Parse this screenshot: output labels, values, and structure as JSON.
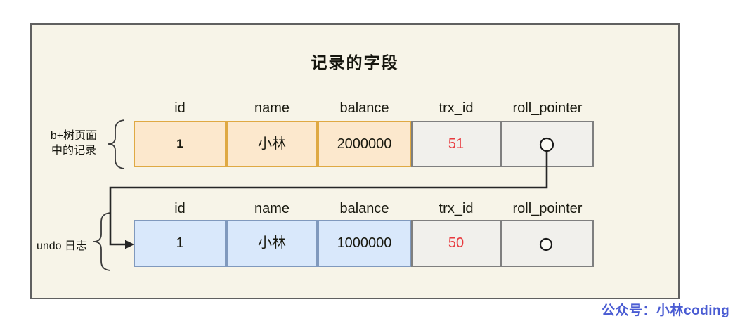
{
  "title": "记录的字段",
  "columns": [
    "id",
    "name",
    "balance",
    "trx_id",
    "roll_pointer"
  ],
  "rows": [
    {
      "group_label_line1": "b+树页面",
      "group_label_line2": "中的记录",
      "id": "1",
      "name": "小林",
      "balance": "2000000",
      "trx_id": "51",
      "roll_pointer_icon": "circle-with-pointer-line"
    },
    {
      "group_label": "undo 日志",
      "id": "1",
      "name": "小林",
      "balance": "1000000",
      "trx_id": "50",
      "roll_pointer_icon": "circle"
    }
  ],
  "watermark": "公众号：小林coding",
  "colors": {
    "frame_bg": "#f7f4e8",
    "frame_border": "#606060",
    "btree_cell_bg": "#fce8cd",
    "btree_cell_border": "#dfa943",
    "undo_cell_bg": "#d9e8fb",
    "undo_cell_border": "#8099bd",
    "meta_cell_bg": "#f1f0ec",
    "meta_cell_border": "#7f7f7f",
    "trx_id_value": "#e8393d",
    "watermark": "#4a5cd3",
    "text": "#16160f"
  }
}
